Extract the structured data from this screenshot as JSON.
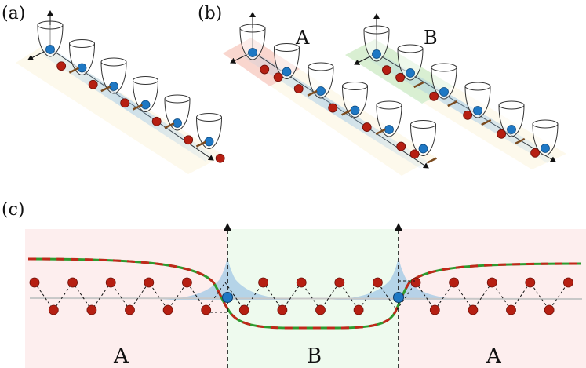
{
  "panels": {
    "a": {
      "label": "(a)",
      "wells": 6
    },
    "b": {
      "label": "(b)",
      "left_title": "A",
      "right_title": "B",
      "wells": 6
    },
    "c": {
      "label": "(c)",
      "regions": [
        "A",
        "B",
        "A"
      ]
    }
  },
  "colors": {
    "region_a": "#fdeeee",
    "region_b": "#eefaee",
    "atom_red": "#b61f12",
    "atom_blue": "#1f78c4",
    "wave_fill": "#aacde6",
    "line_green": "#2e9a2e",
    "line_red": "#c0281a"
  }
}
